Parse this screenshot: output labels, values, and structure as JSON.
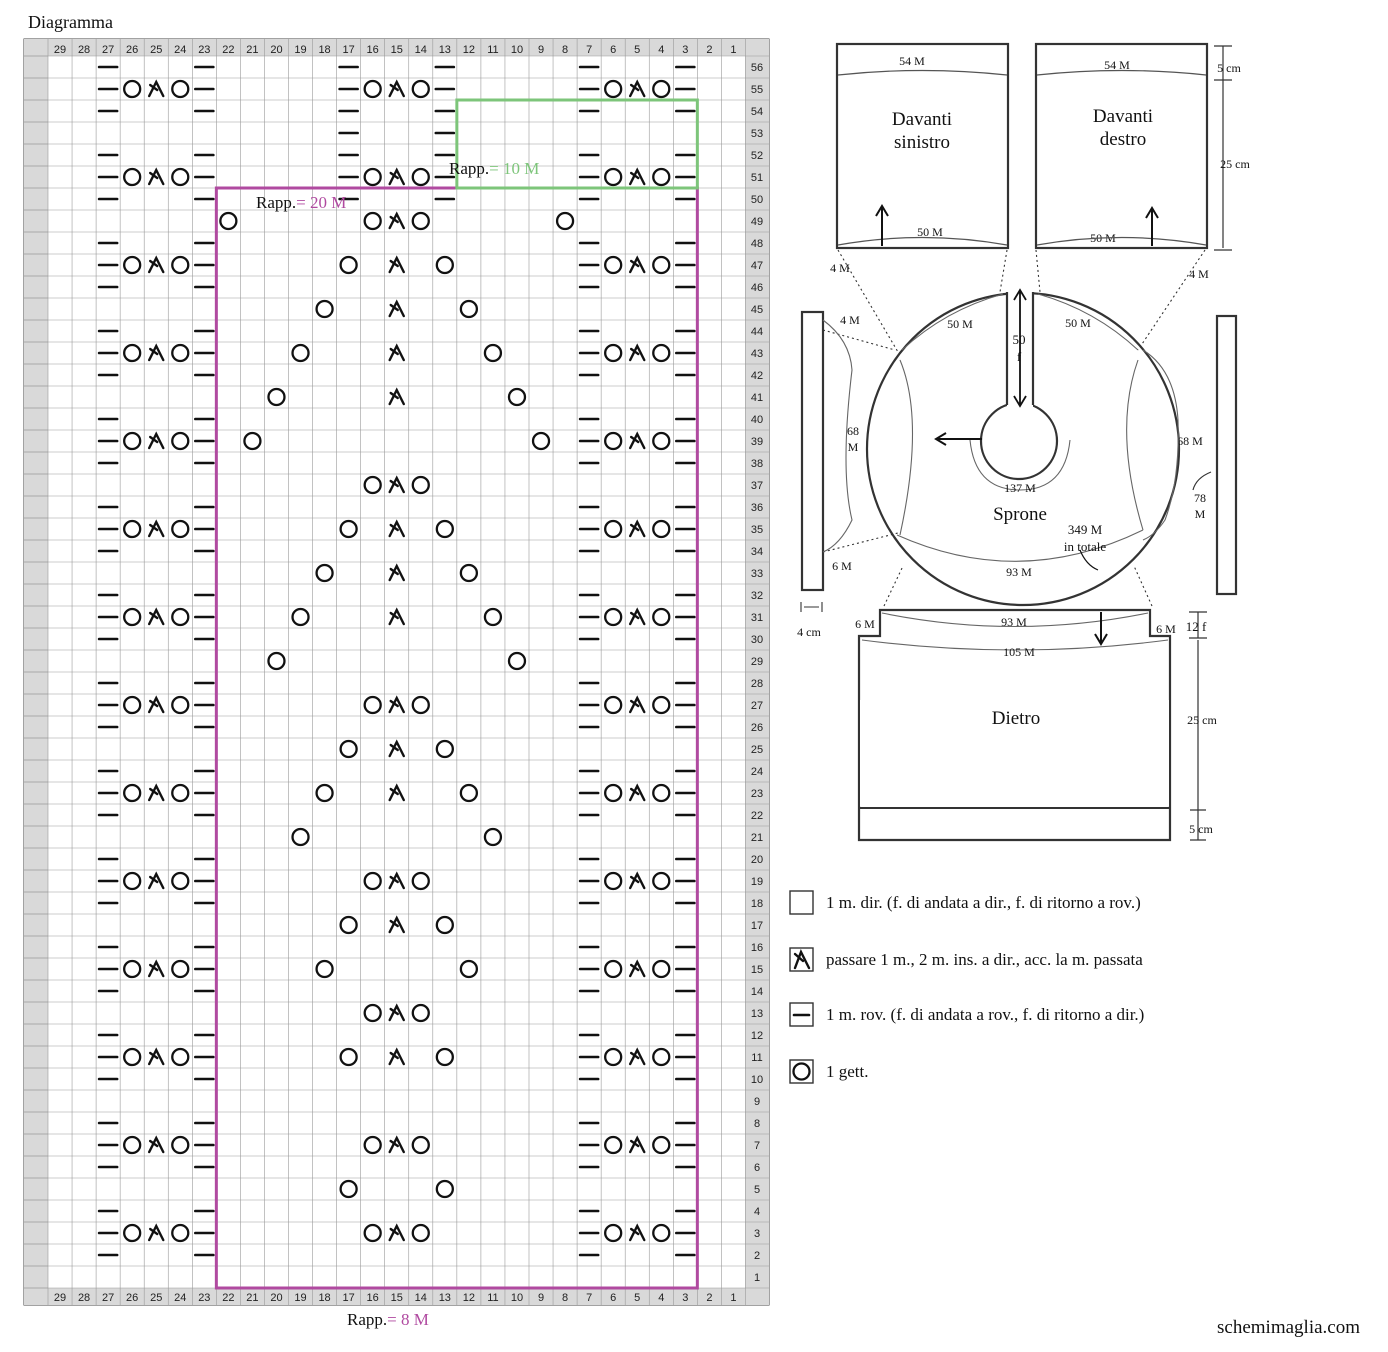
{
  "title": "Diagramma",
  "columns": [
    "29",
    "28",
    "27",
    "26",
    "25",
    "24",
    "23",
    "22",
    "21",
    "20",
    "19",
    "18",
    "17",
    "16",
    "15",
    "14",
    "13",
    "12",
    "11",
    "10",
    "9",
    "8",
    "7",
    "6",
    "5",
    "4",
    "3",
    "2",
    "1"
  ],
  "rows": [
    "56",
    "55",
    "54",
    "53",
    "52",
    "51",
    "50",
    "49",
    "48",
    "47",
    "46",
    "45",
    "44",
    "43",
    "42",
    "41",
    "40",
    "39",
    "38",
    "37",
    "36",
    "35",
    "34",
    "33",
    "32",
    "31",
    "30",
    "29",
    "28",
    "27",
    "26",
    "25",
    "24",
    "23",
    "22",
    "21",
    "20",
    "19",
    "18",
    "17",
    "16",
    "15",
    "14",
    "13",
    "12",
    "11",
    "10",
    "9",
    "8",
    "7",
    "6",
    "5",
    "4",
    "3",
    "2",
    "1"
  ],
  "repeat_labels": {
    "green": {
      "prefix": "Rapp.",
      "value": "= 10 M",
      "color": "#7dc57a"
    },
    "magenta": {
      "prefix": "Rapp.",
      "value": "= 20 M",
      "color": "#b04aa0"
    },
    "bottom": {
      "prefix": "Rapp.",
      "value": "= 8 M",
      "color": "#b04aa0"
    }
  },
  "schematic": {
    "davanti_sinistro": "Davanti\nsinistro",
    "davanti_destro": "Davanti\ndestro",
    "sprone": "Sprone",
    "dietro": "Dietro",
    "labels": {
      "front_top_left": "54 M",
      "front_top_right": "54 M",
      "front_bottom_left": "50 M",
      "front_bottom_right": "50 M",
      "h5cm_top": "5 cm",
      "h25cm_front": "25 cm",
      "m4_left": "4 M",
      "m4_right": "4 M",
      "m4_sleeve": "4 M",
      "yoke_50_left": "50 M",
      "yoke_50_right": "50 M",
      "yoke_50f": "50\nf",
      "m68_left": "68\nM",
      "m68_right": "68 M",
      "m137": "137 M",
      "m349": "349 M\nin totale",
      "m93_yoke": "93 M",
      "m78": "78\nM",
      "m6_left": "6 M",
      "cm4": "4 cm",
      "back_6m_left": "6 M",
      "back_93m": "93 M",
      "back_6m_right": "6 M",
      "back_12f": "12 f",
      "back_105m": "105 M",
      "back_25cm": "25 cm",
      "back_5cm": "5 cm"
    }
  },
  "legend": [
    {
      "symbol": "knit",
      "text": "1 m. dir.  (f. di andata a dir., f. di ritorno a rov.)"
    },
    {
      "symbol": "decrease",
      "text": "passare 1 m., 2 m. ins. a dir., acc. la m. passata"
    },
    {
      "symbol": "purl",
      "text": "1 m. rov. (f. di andata a rov., f. di ritorno a dir.)"
    },
    {
      "symbol": "yarnover",
      "text": "1 gett."
    }
  ],
  "watermark": "schemimaglia.com"
}
